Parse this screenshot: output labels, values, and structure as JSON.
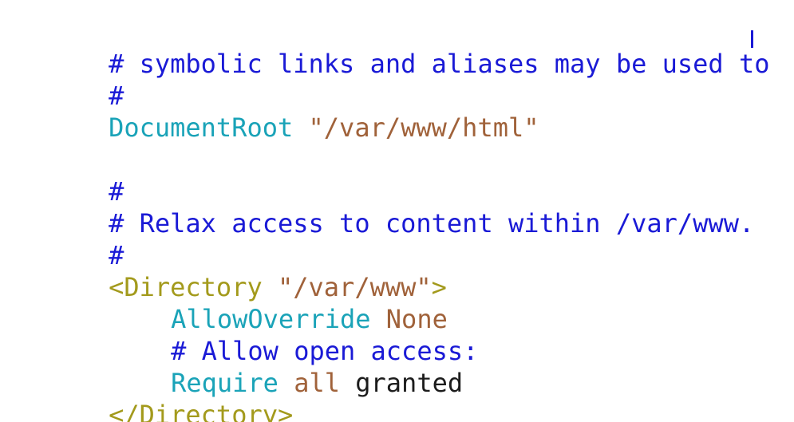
{
  "editor": {
    "colors": {
      "comment": "#1a1ad6",
      "directive": "#1aa3b8",
      "string": "#a0623a",
      "tag": "#a39a1c",
      "plain": "#1c1c1c",
      "background": "#ffffff"
    },
    "lines": {
      "l1": {
        "comment": "# symbolic links and aliases may be used to "
      },
      "l2": {
        "comment": "#"
      },
      "l3": {
        "directive": "DocumentRoot",
        "space": " ",
        "string": "\"/var/www/html\""
      },
      "l4": {},
      "l5": {
        "comment": "#"
      },
      "l6": {
        "comment": "# Relax access to content within /var/www."
      },
      "l7": {
        "comment": "#"
      },
      "l8": {
        "tag_open": "<Directory ",
        "string": "\"/var/www\"",
        "tag_close": ">"
      },
      "l9": {
        "directive": "AllowOverride",
        "space": " ",
        "value": "None"
      },
      "l10": {
        "comment": "# Allow open access:"
      },
      "l11": {
        "directive": "Require",
        "space1": " ",
        "value": "all",
        "space2": " ",
        "plain": "granted"
      },
      "l12": {
        "tag": "</Directory>"
      }
    }
  }
}
